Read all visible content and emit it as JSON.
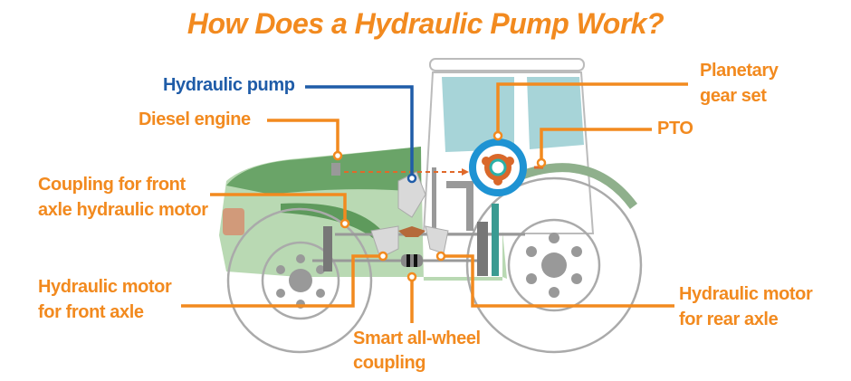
{
  "title": "How Does a Hydraulic Pump Work?",
  "labels": {
    "hydraulic_pump": "Hydraulic pump",
    "diesel_engine": "Diesel engine",
    "coupling_front_1": "Coupling for front",
    "coupling_front_2": "axle hydraulic motor",
    "motor_front_1": "Hydraulic motor",
    "motor_front_2": "for front axle",
    "smart_coupling_1": "Smart all-wheel",
    "smart_coupling_2": "coupling",
    "planetary_1": "Planetary",
    "planetary_2": "gear set",
    "pto": "PTO",
    "motor_rear_1": "Hydraulic motor",
    "motor_rear_2": "for rear axle"
  },
  "colors": {
    "accent": "#f28a1f",
    "pump_blue": "#1f5ca8",
    "body_green": "#8fbf8a",
    "ring_blue": "#1e93d3"
  }
}
